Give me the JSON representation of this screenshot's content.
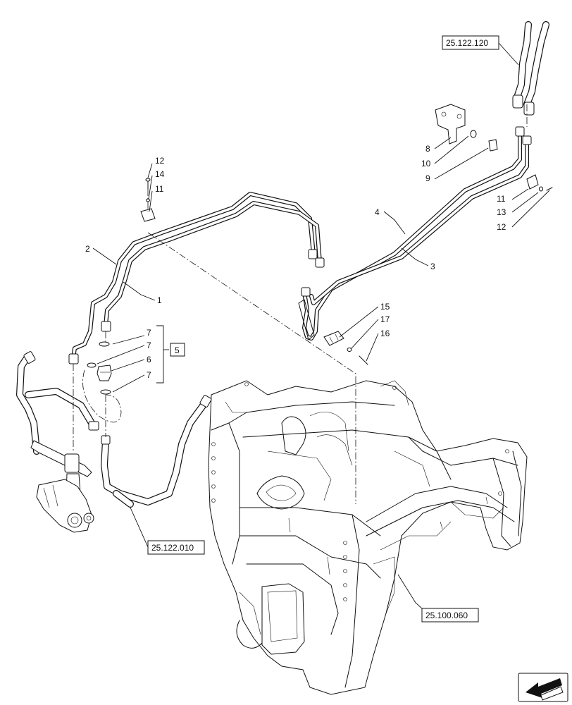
{
  "callouts": {
    "c1": "1",
    "c2": "2",
    "c3": "3",
    "c4": "4",
    "c5": "5",
    "c6": "6",
    "c7a": "7",
    "c7b": "7",
    "c7c": "7",
    "c8": "8",
    "c9": "9",
    "c10": "10",
    "c11a": "11",
    "c11b": "11",
    "c12a": "12",
    "c12b": "12",
    "c13": "13",
    "c14": "14",
    "c15": "15",
    "c16": "16",
    "c17": "17"
  },
  "references": {
    "ref_top_right": "25.122.120",
    "ref_left": "25.122.010",
    "ref_frame": "25.100.060"
  },
  "icons": {
    "nav": "arrow-back-icon"
  }
}
